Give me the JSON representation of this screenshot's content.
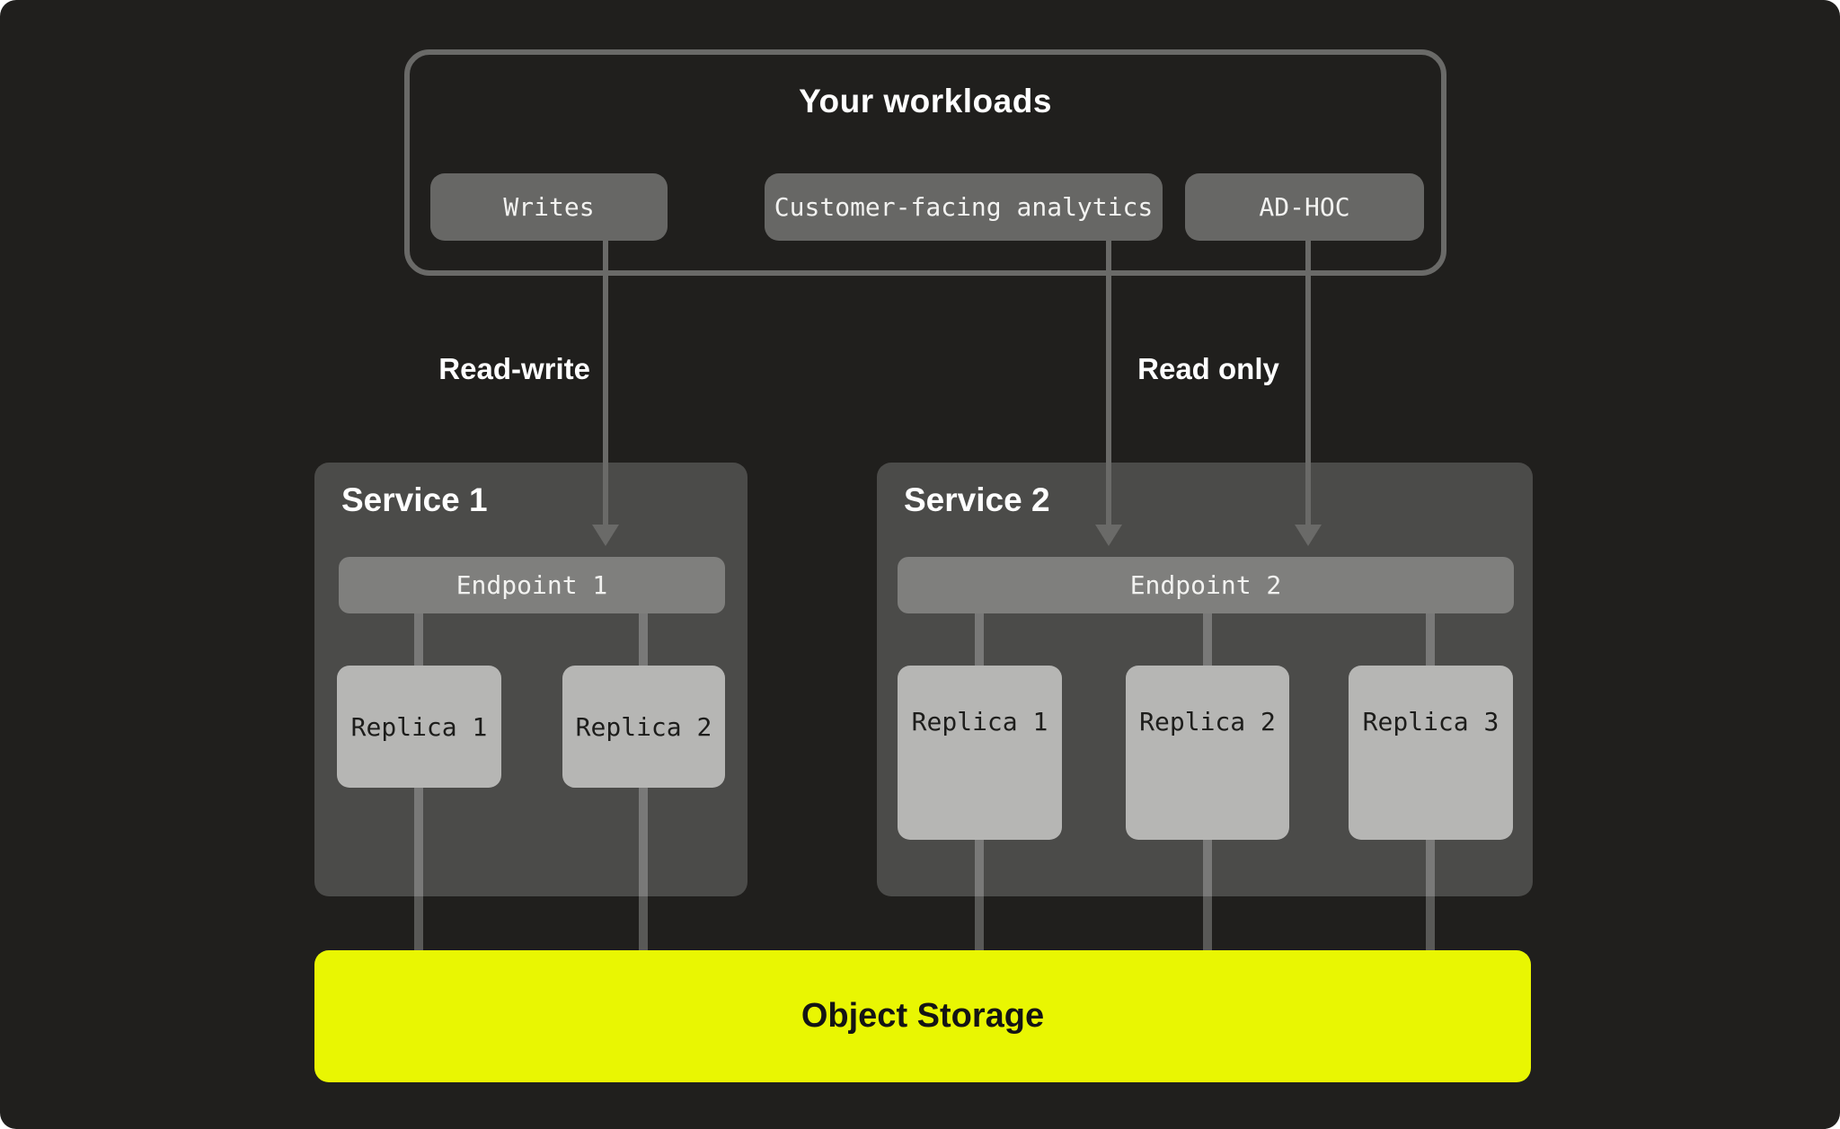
{
  "workloads": {
    "title": "Your workloads",
    "items": [
      {
        "label": "Writes"
      },
      {
        "label": "Customer-facing analytics"
      },
      {
        "label": "AD-HOC"
      }
    ]
  },
  "edges": {
    "read_write_label": "Read-write",
    "read_only_label": "Read only"
  },
  "services": [
    {
      "title": "Service 1",
      "endpoint": {
        "label": "Endpoint 1"
      },
      "replicas": [
        {
          "label": "Replica 1"
        },
        {
          "label": "Replica 2"
        }
      ]
    },
    {
      "title": "Service 2",
      "endpoint": {
        "label": "Endpoint 2"
      },
      "replicas": [
        {
          "label": "Replica 1"
        },
        {
          "label": "Replica 2"
        },
        {
          "label": "Replica 3"
        }
      ]
    }
  ],
  "storage": {
    "label": "Object Storage"
  },
  "colors": {
    "background": "#201f1d",
    "panel_gray": "#4b4b49",
    "node_gray": "#676765",
    "endpoint_gray": "#7f7f7d",
    "replica_gray": "#b6b6b4",
    "line_gray": "#6a6a68",
    "storage_yellow": "#e9f602",
    "text_light": "#ffffff",
    "text_dark": "#1d1d1b"
  }
}
